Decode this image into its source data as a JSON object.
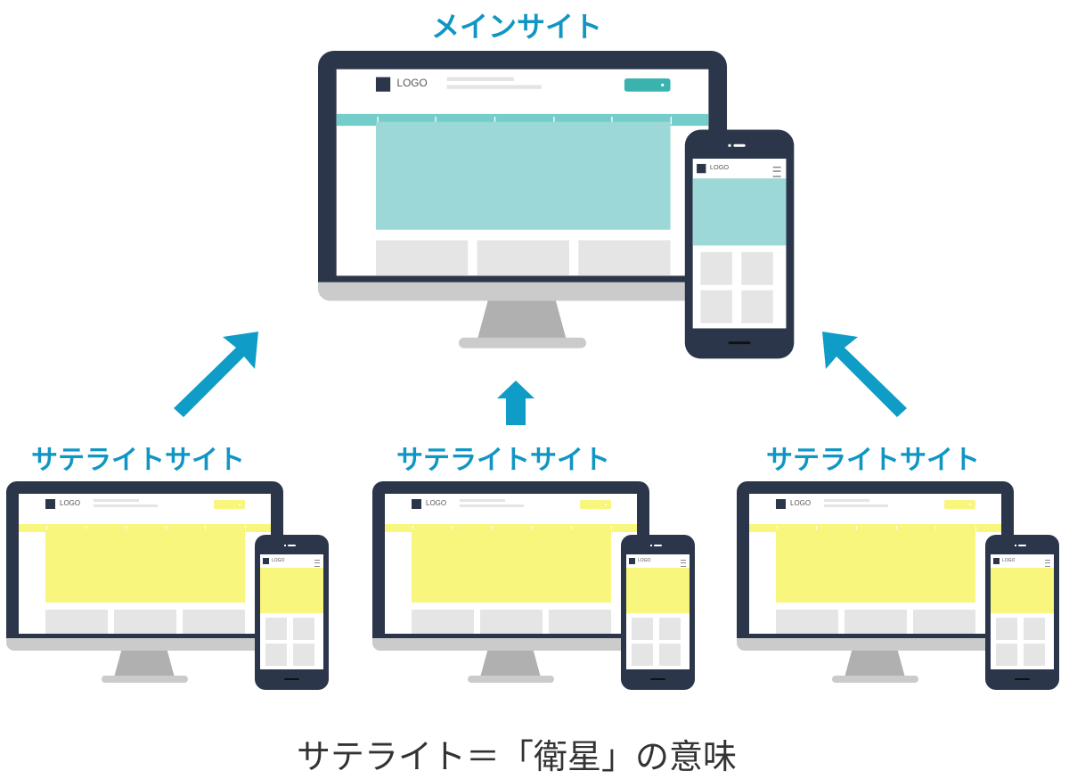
{
  "title": "メインサイト",
  "main_site": {
    "label": "メインサイト",
    "accent": "#9cd8d7",
    "nav_color": "#74cdcb",
    "button_color": "#3ab3ae",
    "logo_text": "LOGO"
  },
  "satellites": [
    {
      "label": "サテライトサイト",
      "logo_text": "LOGO",
      "accent": "#f8f67d"
    },
    {
      "label": "サテライトサイト",
      "logo_text": "LOGO",
      "accent": "#f8f67d"
    },
    {
      "label": "サテライトサイト",
      "logo_text": "LOGO",
      "accent": "#f8f67d"
    }
  ],
  "arrows": [
    {
      "direction": "up-right",
      "from": "satellite-left",
      "to": "main"
    },
    {
      "direction": "up",
      "from": "satellite-center",
      "to": "main"
    },
    {
      "direction": "up-left",
      "from": "satellite-right",
      "to": "main"
    }
  ],
  "colors": {
    "label_blue": "#1196c4",
    "arrow_blue": "#0f9cc6",
    "device_dark": "#2c364a",
    "device_gray": "#cbcbcb"
  },
  "caption": "サテライト＝「衛星」の意味"
}
